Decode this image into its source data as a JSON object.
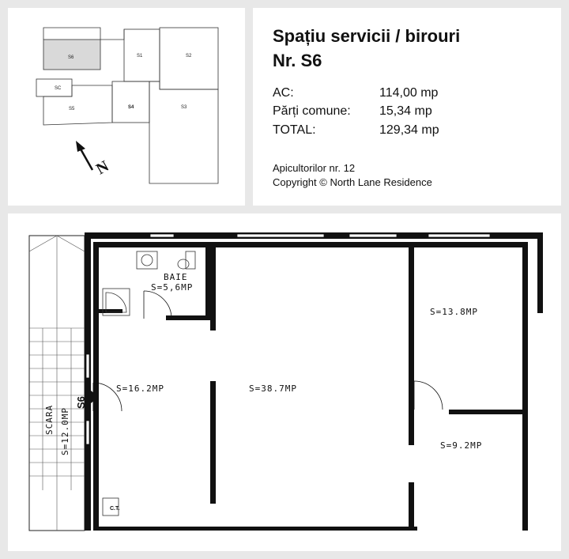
{
  "title": "Spațiu servicii / birouri",
  "unit_number": "Nr. S6",
  "areas": [
    {
      "label": "AC:",
      "value": "114,00 mp"
    },
    {
      "label": "Părți comune:",
      "value": "15,34 mp"
    },
    {
      "label": "TOTAL:",
      "value": "129,34 mp"
    }
  ],
  "address": "Apicultorilor nr. 12",
  "copyright": "Copyright © North Lane Residence",
  "keyplan": {
    "units": [
      "S6",
      "S1",
      "S2",
      "SC",
      "S5",
      "S4",
      "S3"
    ],
    "north": "N",
    "highlight_color": "#d9d9d9"
  },
  "plan": {
    "rooms": {
      "baie_name": "BAIE",
      "baie_area": "S=5,6MP",
      "hall_area": "S=16.2MP",
      "main_area": "S=38.7MP",
      "office1_area": "S=13.8MP",
      "office2_area": "S=9.2MP",
      "stair_name": "SCARA",
      "stair_area": "S=12.0MP",
      "unit_tag": "S6",
      "ct": "C.T."
    }
  }
}
